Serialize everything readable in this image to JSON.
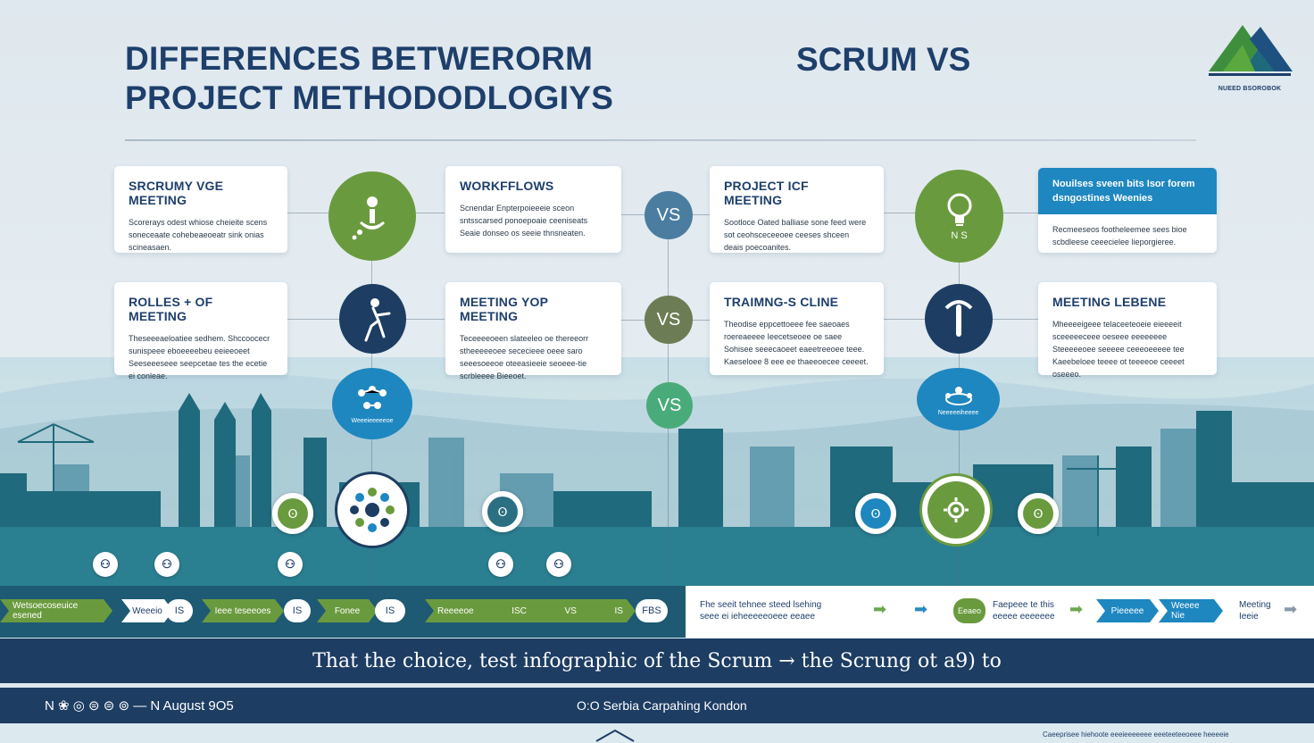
{
  "header": {
    "title_line1": "DIFFERENCES BETWERORM",
    "title_line2": "PROJECT METHODODLOGIYS",
    "title_right": "SCRUM VS",
    "logo_text": "NUEED BSOROBOK"
  },
  "cards": {
    "c1": {
      "title": "SRCRUMY VGE MEETING",
      "text": "Scorerays odest whiose cheieite scens soneceaate cohebeaeoeatr sink onias scineasaen."
    },
    "c2": {
      "title": "WORKFFLOWS",
      "text": "Scnendar Enpterpoieeeie sceon sntsscarsed ponoepoaie ceeniseats Seaie donseo os seeie thnsneaten."
    },
    "c3": {
      "title": "PROJECT ICF MEETING",
      "text": "Sootloce Oated balliase sone feed were sot ceohsceceeoee ceeses shceen deais poecoanites."
    },
    "c4": {
      "title_blue": "Nouilses sveen bits Isor forem dsngostines Weenies",
      "text": "Recmeeseos footheleemee sees bioe scbdleese ceeecielee lieporgieree."
    },
    "c5": {
      "title": "ROLLES + OF MEETING",
      "text": "Theseeeaeloatiee sedhem. Shccoocecr sunispeee eboeeeebeu eeieeoeet Seeseeeseee seepcetae tes the ecetie ei conleae."
    },
    "c6": {
      "title": "MEETING YOP MEETING",
      "text": "Teceeeeoeen slateeleo oe thereeorr stheeeeeoee sececieee oeee saro seeesoeeoe oteeasieeie seoeee-tie scrbleeee Bieeoet."
    },
    "c7": {
      "title": "TRAIMNG-S CLINE",
      "text": "Theodise eppcettoeee fee saeoaes roereaeeee Ieecetseoee oe saee Sohisee seeecaoeet eaeetreeoee teee. Kaeseloee 8 eee ee thaeeoecee ceeeet."
    },
    "c8": {
      "title": "MEETING LEBENE",
      "text": "Mheeeeigeee telaceeteoeie eieeeeit sceeeeeceee oeseee eeeeeeee Steeeeeoee seeeee ceeeoeeeee tee Kaeebeloee teeee ot teeeeoe ceeeet oseeeo."
    }
  },
  "vs_labels": {
    "vs1": "VS",
    "vs2": "VS",
    "vs3": "VS"
  },
  "circle_badges": {
    "b1": "Weeeieeeeeoe",
    "b2": "Neeeeeiheeee",
    "n_s": "N  S"
  },
  "pins": {
    "p1": "Ꙩ",
    "p2": "Ꙩ",
    "p3": "Ꙩ",
    "p4": "Ꙩ",
    "p5": "Ꙩ"
  },
  "strip": {
    "chevrons": [
      "Wetsoecoseuice esened",
      "Weeeio",
      "Ieee teseeoes",
      "Fonee",
      "Reeeeoe",
      "ISC"
    ],
    "pills": [
      "IS",
      "IS",
      "IS",
      "FBS"
    ],
    "mid_vs": "VS",
    "right_text1": "Fhe seeit tehnee steed lsehing",
    "right_text2": "seee ei ieheeeeeoeee eeaee",
    "right_badge": "Eeaeo",
    "right_text3": "Faepeee te this",
    "right_text4": "eeeee eeeeeee",
    "right_chev1": "Pieeeee",
    "right_chev2": "Weeee Nie",
    "right_text5": "Meeting",
    "right_text6": "Ieeie"
  },
  "banner": {
    "text": "That the choice, test infographic of the Scrum → the Scrung ot a9) to"
  },
  "footer": {
    "left": "N ❀ ◎ ⊜ ⊜ ⊚ — N August 9O5",
    "center": "O:O Serbia Carpahing Kondon",
    "right": "Caeeprisee hiehoote eeeieeeeeee eeeteeteeoeee heeeeie"
  },
  "colors": {
    "navy": "#1d3d63",
    "green": "#6a9a3e",
    "blue": "#1e87c0",
    "teal": "#2a6f82",
    "slate_vs": "#4a7da0"
  }
}
